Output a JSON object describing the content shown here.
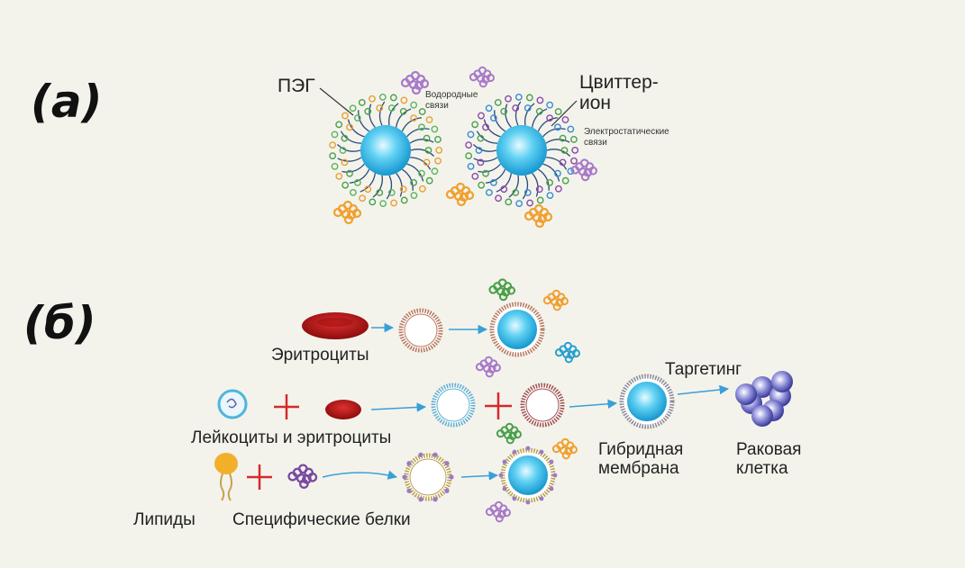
{
  "panels": {
    "a": {
      "label": "(а)",
      "peg_label": "ПЭГ",
      "hbond_line1": "Водородные",
      "hbond_line2": "связи",
      "zwitter_line1": "Цвиттер-",
      "zwitter_line2": "ион",
      "electro_line1": "Электростатические",
      "electro_line2": "связи"
    },
    "b": {
      "label": "(б)",
      "erythrocytes": "Эритроциты",
      "leuko_erythro": "Лейкоциты и эритроциты",
      "lipids": "Липиды",
      "specific_proteins": "Специфические белки",
      "hybrid_line1": "Гибридная",
      "hybrid_line2": "мембрана",
      "targeting": "Таргетинг",
      "cancer_line1": "Раковая",
      "cancer_line2": "клетка"
    }
  },
  "colors": {
    "core_cyan": "#1fb3e6",
    "peg_chain": "#2b4a7a",
    "rbc_red": "#c41a1a",
    "plus_red": "#d42a2a",
    "arrow_blue": "#3a9fd6",
    "cancer_purple": "#5a5ab0",
    "orange_protein": "#f0a030",
    "purple_protein": "#a87ac8",
    "green_protein": "#4aa04a"
  }
}
